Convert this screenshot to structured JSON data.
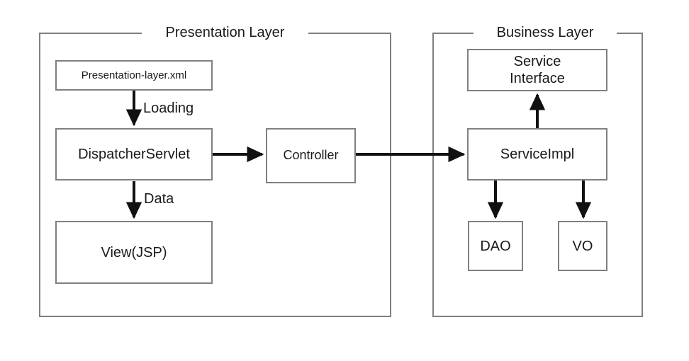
{
  "diagram": {
    "title": "Spring MVC layered architecture diagram",
    "background_color": "#ffffff",
    "box_border_color": "#808080",
    "arrow_color": "#111111",
    "text_color": "#1a1a1a"
  },
  "panels": [
    {
      "id": "presentation",
      "title": "Presentation Layer"
    },
    {
      "id": "business",
      "title": "Business Layer"
    }
  ],
  "nodes": {
    "presentation_layer_xml": "Presentation-layer.xml",
    "dispatcher_servlet": "DispatcherServlet",
    "view_jsp": "View(JSP)",
    "controller": "Controller",
    "service_interface": "Service\nInterface",
    "service_impl": "ServiceImpl",
    "dao": "DAO",
    "vo": "VO"
  },
  "edge_labels": {
    "loading": "Loading",
    "data": "Data"
  },
  "edges": [
    {
      "from": "presentation_layer_xml",
      "to": "dispatcher_servlet",
      "label": "Loading"
    },
    {
      "from": "dispatcher_servlet",
      "to": "view_jsp",
      "label": "Data"
    },
    {
      "from": "dispatcher_servlet",
      "to": "controller",
      "label": ""
    },
    {
      "from": "controller",
      "to": "service_impl",
      "label": ""
    },
    {
      "from": "service_impl",
      "to": "service_interface",
      "label": ""
    },
    {
      "from": "service_impl",
      "to": "dao",
      "label": ""
    },
    {
      "from": "service_impl",
      "to": "vo",
      "label": ""
    }
  ]
}
